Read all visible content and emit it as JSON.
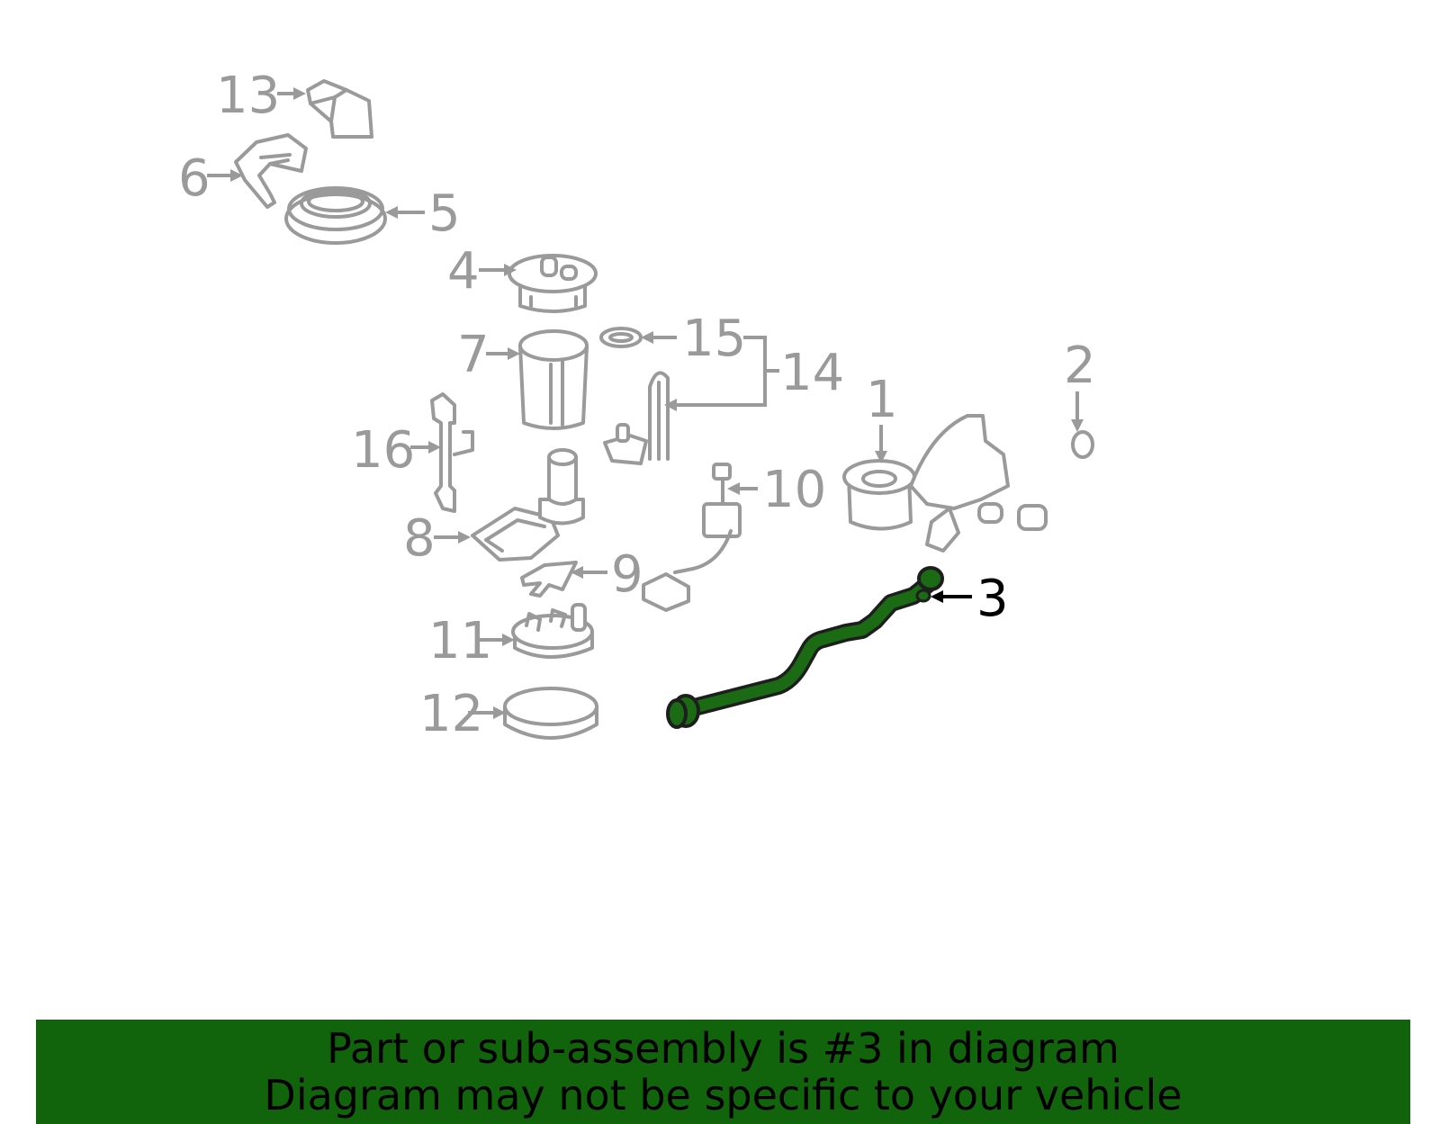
{
  "diagram": {
    "callouts": [
      {
        "id": "c1",
        "label": "1"
      },
      {
        "id": "c2",
        "label": "2"
      },
      {
        "id": "c3",
        "label": "3",
        "highlighted": true
      },
      {
        "id": "c4",
        "label": "4"
      },
      {
        "id": "c5",
        "label": "5"
      },
      {
        "id": "c6",
        "label": "6"
      },
      {
        "id": "c7",
        "label": "7"
      },
      {
        "id": "c8",
        "label": "8"
      },
      {
        "id": "c9",
        "label": "9"
      },
      {
        "id": "c10",
        "label": "10"
      },
      {
        "id": "c11",
        "label": "11"
      },
      {
        "id": "c12",
        "label": "12"
      },
      {
        "id": "c13",
        "label": "13"
      },
      {
        "id": "c14",
        "label": "14"
      },
      {
        "id": "c15",
        "label": "15"
      },
      {
        "id": "c16",
        "label": "16"
      }
    ],
    "colors": {
      "part_outline": "#9a9a9a",
      "highlight_part": "#1a6b14",
      "highlight_label": "#000000",
      "banner_background": "#12640c"
    }
  },
  "banner": {
    "line1": "Part or sub-assembly is #3 in diagram",
    "line2": "Diagram may not be specific to your vehicle"
  }
}
